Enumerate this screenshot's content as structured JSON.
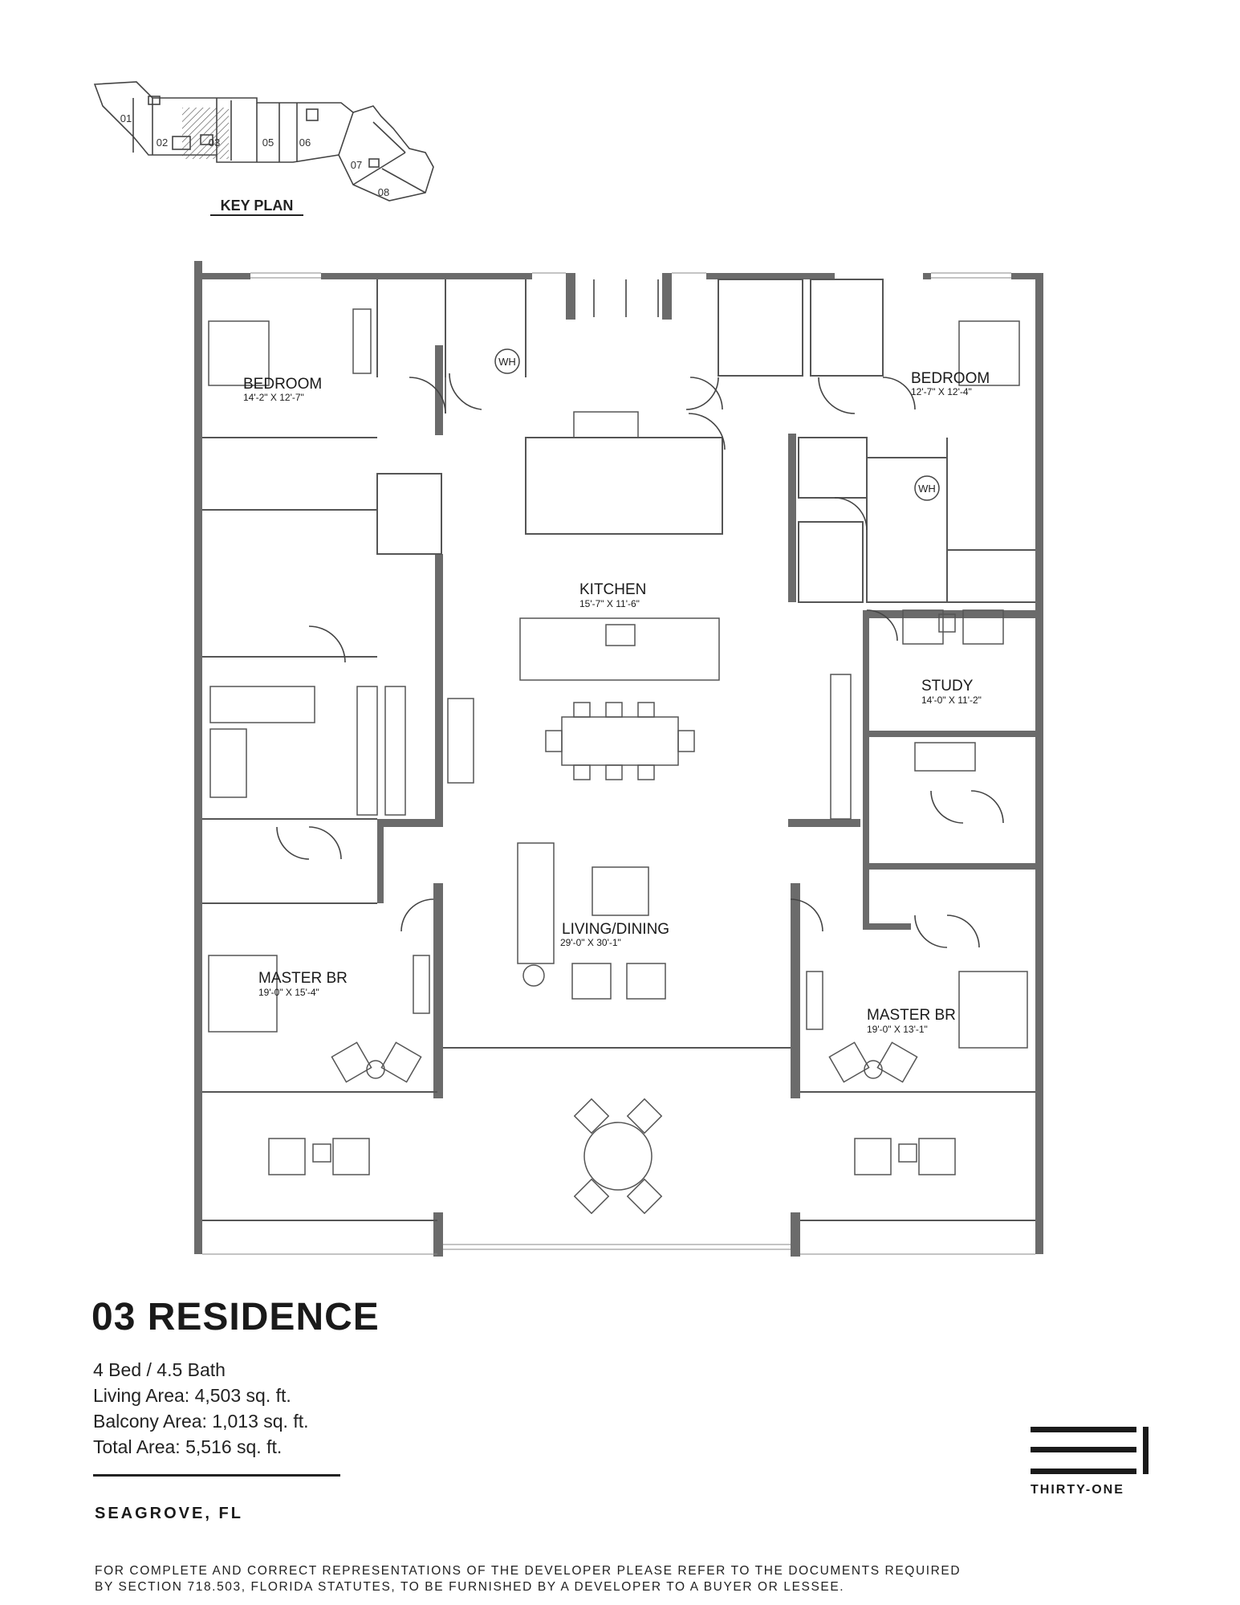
{
  "key_plan": {
    "title": "KEY PLAN",
    "units": [
      "01",
      "02",
      "03",
      "05",
      "06",
      "07",
      "08"
    ]
  },
  "rooms": {
    "bedroom_left": {
      "name": "BEDROOM",
      "dims": "14'-2\" X 12'-7\""
    },
    "bedroom_right": {
      "name": "BEDROOM",
      "dims": "12'-7\" X 12'-4\""
    },
    "kitchen": {
      "name": "KITCHEN",
      "dims": "15'-7\" X 11'-6\""
    },
    "study": {
      "name": "STUDY",
      "dims": "14'-0\" X 11'-2\""
    },
    "living_dining": {
      "name": "LIVING/DINING",
      "dims": "29'-0\" X 30'-1\""
    },
    "master_left": {
      "name": "MASTER BR",
      "dims": "19'-0\" X 15'-4\""
    },
    "master_right": {
      "name": "MASTER BR",
      "dims": "19'-0\" X 13'-1\""
    }
  },
  "fixtures": {
    "water_heater": "WH"
  },
  "residence": {
    "title": "03 RESIDENCE",
    "beds_baths": "4 Bed / 4.5 Bath",
    "living_area": "Living Area:  4,503 sq. ft.",
    "balcony_area": "Balcony Area: 1,013 sq. ft.",
    "total_area": "Total Area:  5,516 sq. ft."
  },
  "location": "SEAGROVE, FL",
  "disclaimer": {
    "line1": "FOR COMPLETE AND CORRECT REPRESENTATIONS OF THE DEVELOPER PLEASE REFER TO THE DOCUMENTS REQUIRED",
    "line2": "BY SECTION 718.503, FLORIDA STATUTES, TO BE FURNISHED BY A DEVELOPER TO A BUYER OR LESSEE."
  },
  "brand": {
    "name": "THIRTY-ONE"
  }
}
